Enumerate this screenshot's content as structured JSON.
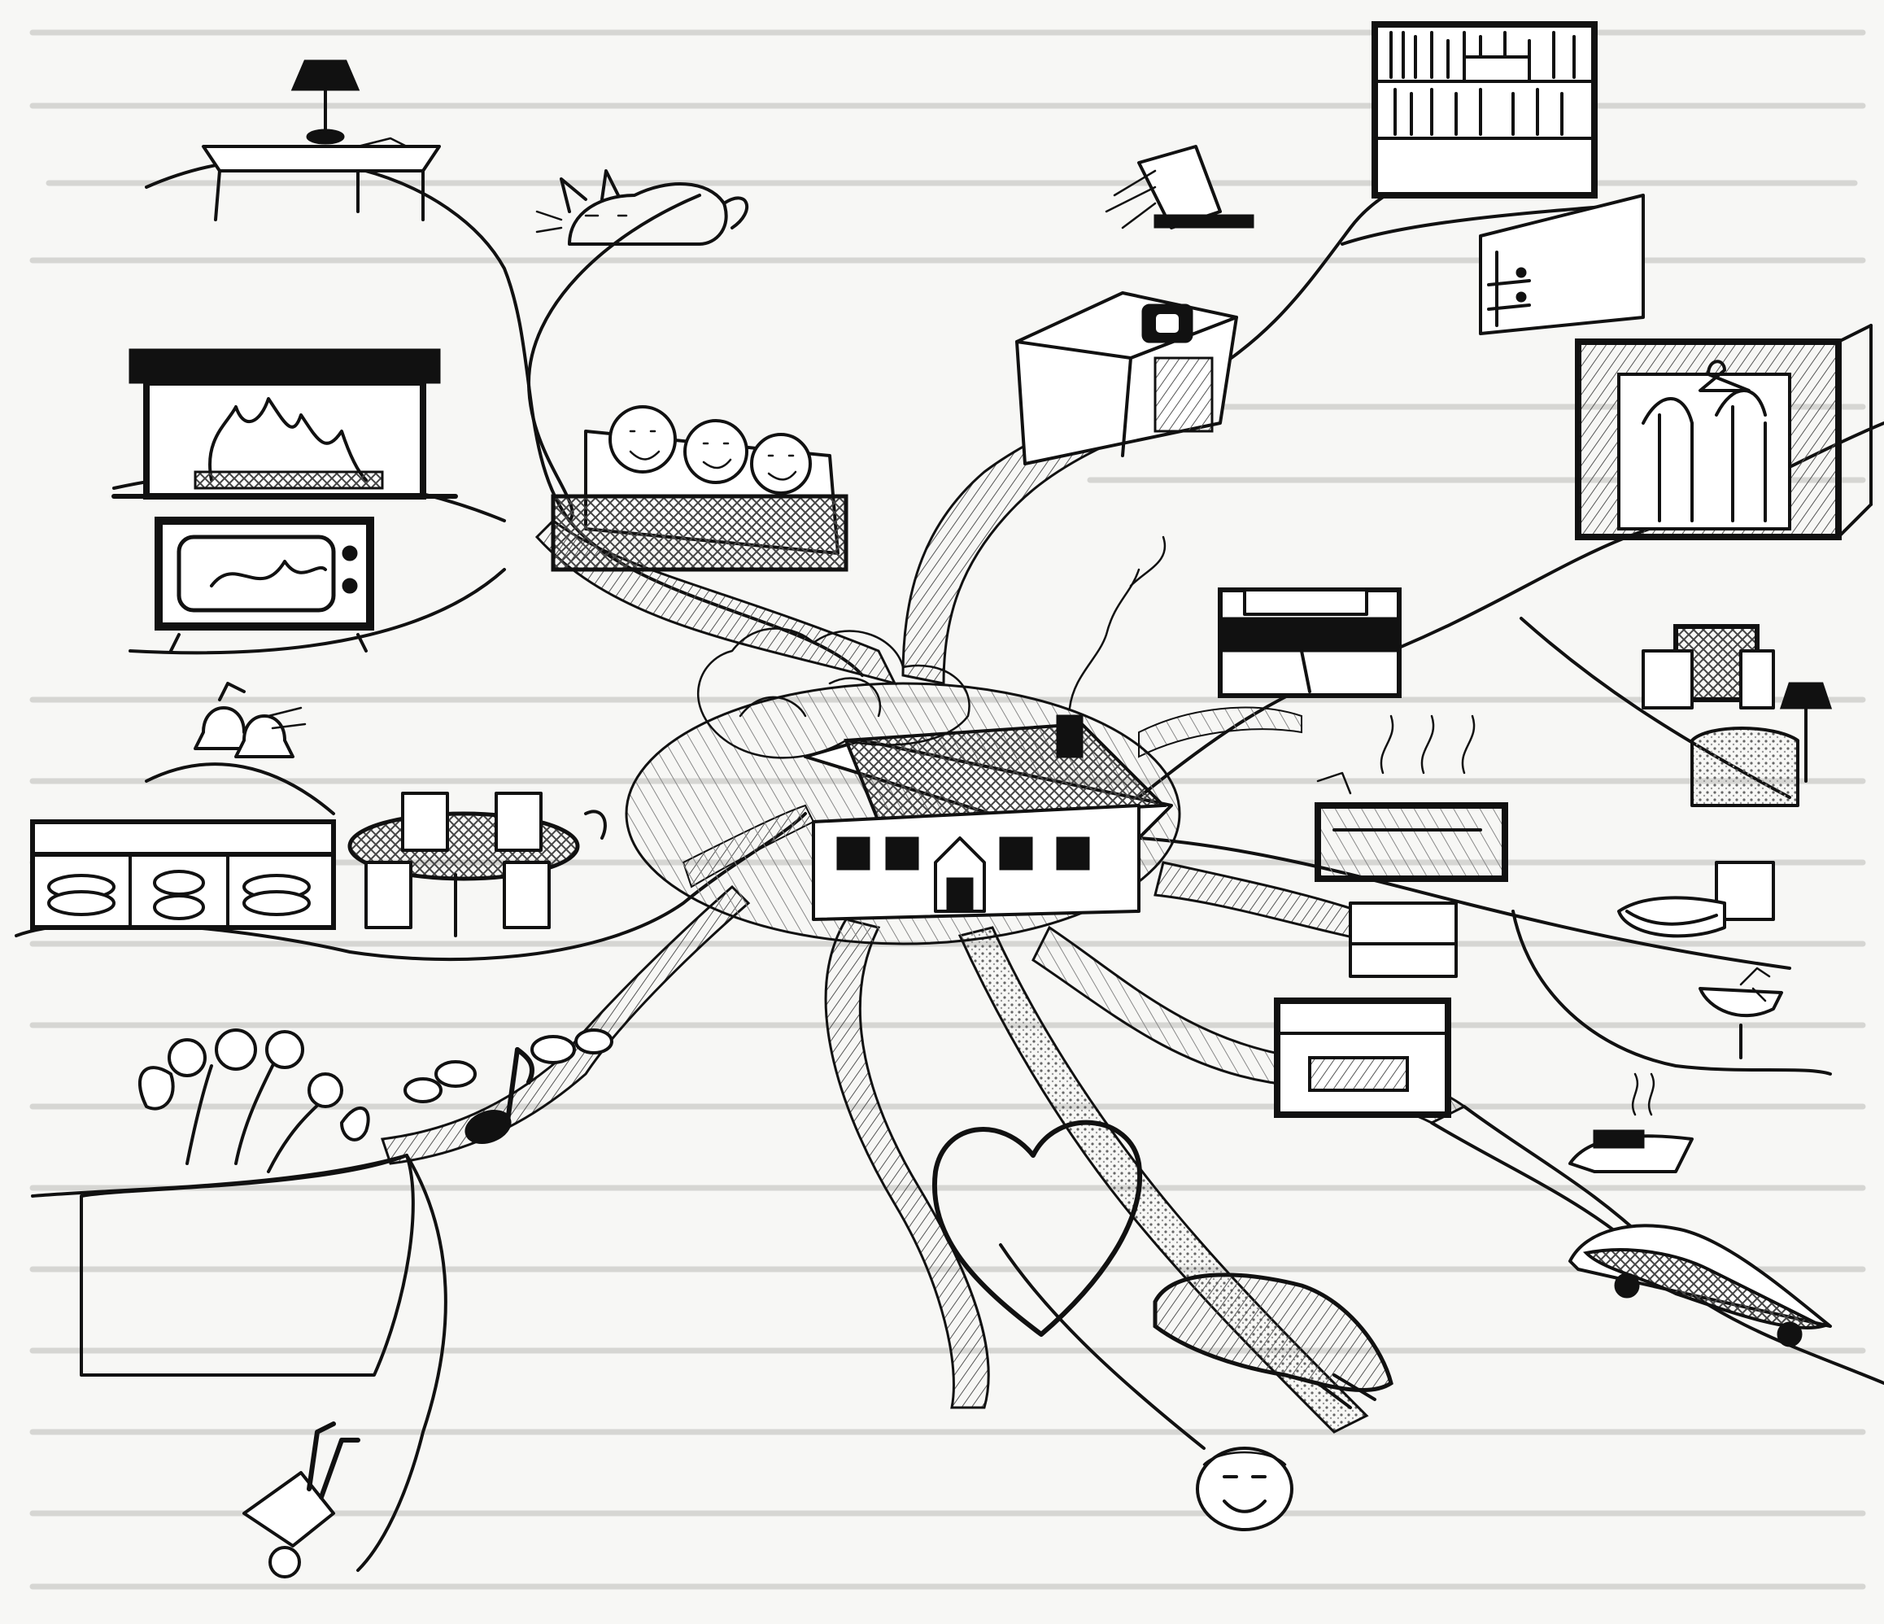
{
  "image": {
    "kind": "hand-drawn mind map of a house and household activities",
    "ink_color": "#111111",
    "paper_color": "#f7f7f5",
    "bleed_color": "#d6d6d3"
  },
  "nodes": [
    {
      "id": "house",
      "icon": "house-icon"
    },
    {
      "id": "lamp-table",
      "icon": "lamp-on-table-icon"
    },
    {
      "id": "cat",
      "icon": "sleeping-cat-icon"
    },
    {
      "id": "fireplace",
      "icon": "fireplace-icon"
    },
    {
      "id": "television",
      "icon": "television-icon"
    },
    {
      "id": "family-sofa",
      "icon": "family-on-sofa-icon"
    },
    {
      "id": "bell",
      "icon": "bell-icon"
    },
    {
      "id": "sideboard",
      "icon": "sideboard-with-plates-icon"
    },
    {
      "id": "dining-table",
      "icon": "dining-table-icon"
    },
    {
      "id": "flower-bed",
      "icon": "flower-bed-icon"
    },
    {
      "id": "music",
      "icon": "music-note-icon"
    },
    {
      "id": "wheelbarrow",
      "icon": "wheelbarrow-icon"
    },
    {
      "id": "heart",
      "icon": "heart-icon"
    },
    {
      "id": "hand",
      "icon": "hand-icon"
    },
    {
      "id": "face",
      "icon": "smiling-face-icon"
    },
    {
      "id": "car",
      "icon": "car-icon"
    },
    {
      "id": "iron",
      "icon": "iron-icon"
    },
    {
      "id": "stove",
      "icon": "stove-icon"
    },
    {
      "id": "sink",
      "icon": "washbasin-icon"
    },
    {
      "id": "toilet",
      "icon": "toilet-icon"
    },
    {
      "id": "bathtub",
      "icon": "bathtub-icon"
    },
    {
      "id": "armchair",
      "icon": "armchair-icon"
    },
    {
      "id": "lamp-tub",
      "icon": "lamp-icon"
    },
    {
      "id": "bed",
      "icon": "bed-icon"
    },
    {
      "id": "wardrobe",
      "icon": "wardrobe-icon"
    },
    {
      "id": "dresser",
      "icon": "dresser-icon"
    },
    {
      "id": "bookshelf",
      "icon": "bookshelf-icon"
    },
    {
      "id": "computer",
      "icon": "computer-icon"
    },
    {
      "id": "box",
      "icon": "storage-box-icon"
    },
    {
      "id": "washing-machine",
      "icon": "washing-machine-icon"
    },
    {
      "id": "hanger",
      "icon": "hanger-icon"
    }
  ]
}
